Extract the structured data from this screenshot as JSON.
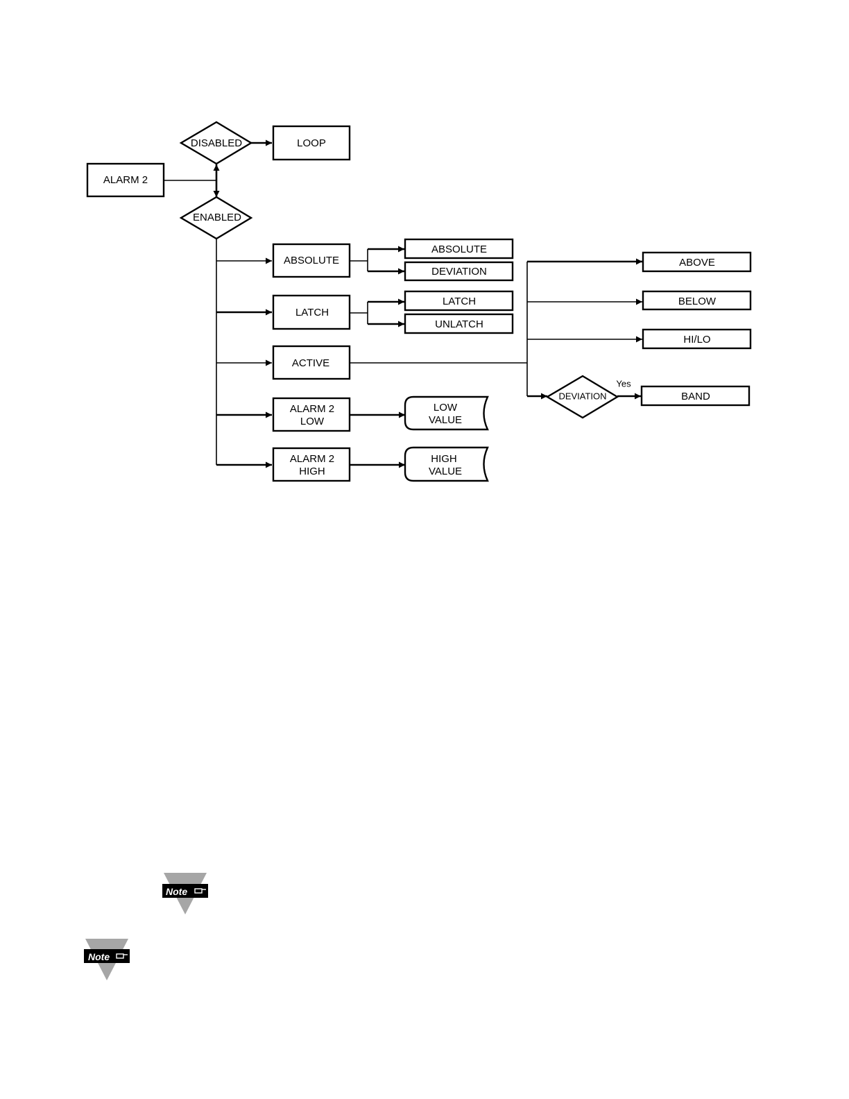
{
  "diagram": {
    "start": "ALARM 2",
    "disabled": "DISABLED",
    "loop": "LOOP",
    "enabled": "ENABLED",
    "absolute": "ABSOLUTE",
    "absolute_opt": "ABSOLUTE",
    "deviation_opt": "DEVIATION",
    "latch": "LATCH",
    "latch_opt": "LATCH",
    "unlatch_opt": "UNLATCH",
    "active": "ACTIVE",
    "alarm2_low_line1": "ALARM 2",
    "alarm2_low_line2": "LOW",
    "low_value_line1": "LOW",
    "low_value_line2": "VALUE",
    "alarm2_high_line1": "ALARM 2",
    "alarm2_high_line2": "HIGH",
    "high_value_line1": "HIGH",
    "high_value_line2": "VALUE",
    "above": "ABOVE",
    "below": "BELOW",
    "hilo": "HI/LO",
    "deviation_decision": "DEVIATION",
    "yes": "Yes",
    "band": "BAND"
  },
  "notes": [
    {
      "label": "Note",
      "icon": "pointing-hand-icon"
    },
    {
      "label": "Note",
      "icon": "pointing-hand-icon"
    }
  ]
}
